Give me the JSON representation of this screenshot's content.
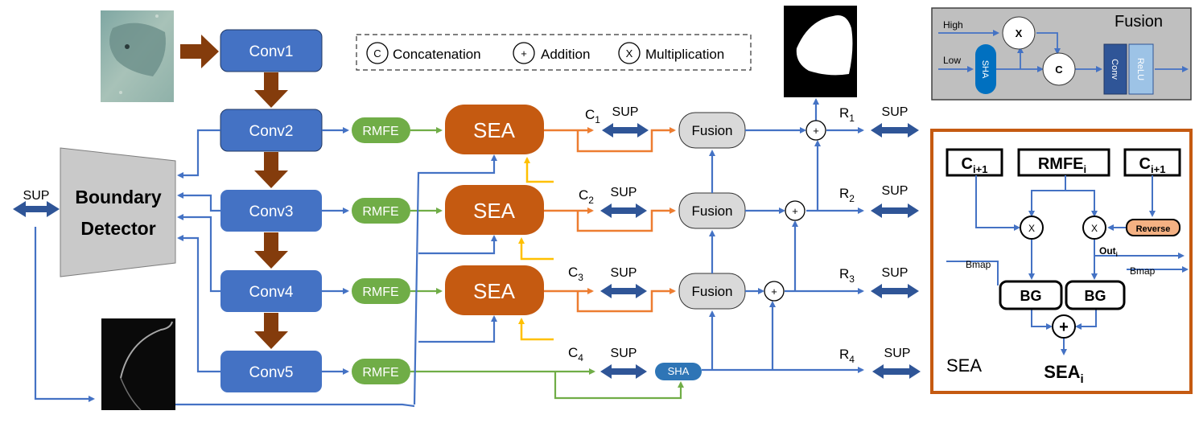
{
  "legend": {
    "concat_sym": "C",
    "concat_label": "Concatenation",
    "add_sym": "+",
    "add_label": "Addition",
    "mul_sym": "X",
    "mul_label": "Multiplication"
  },
  "encoder": {
    "conv1": "Conv1",
    "conv2": "Conv2",
    "conv3": "Conv3",
    "conv4": "Conv4",
    "conv5": "Conv5"
  },
  "rmfe": "RMFE",
  "sea_label": "SEA",
  "fusion_label": "Fusion",
  "sha_label": "SHA",
  "sup": "SUP",
  "boundary_detector": {
    "line1": "Boundary",
    "line2": "Detector"
  },
  "c_labels": {
    "c1": "1",
    "c2": "2",
    "c3": "3",
    "c4": "4",
    "prefix": "C"
  },
  "r_labels": {
    "r1": "1",
    "r2": "2",
    "r3": "3",
    "r4": "4",
    "prefix": "R"
  },
  "plus": "+",
  "fusion_inset": {
    "title": "Fusion",
    "high": "High",
    "low": "Low",
    "sha": "SHA",
    "mul": "X",
    "concat": "C",
    "conv": "Conv",
    "relu": "ReLU"
  },
  "sea_inset": {
    "c_left_main": "C",
    "c_left_sub": "i+1",
    "rmfe_main": "RMFE",
    "rmfe_sub": "i",
    "c_right_main": "C",
    "c_right_sub": "i+1",
    "mul": "X",
    "reverse": "Reverse",
    "out": "Out",
    "out_sub": "i",
    "bmap": "Bmap",
    "bg": "BG",
    "plus": "+",
    "title": "SEA",
    "sea_main": "SEA",
    "sea_sub": "i"
  },
  "colors": {
    "conv_blue": "#4472c4",
    "rmfe_green": "#70ad47",
    "sea_orange": "#c55a11",
    "fusion_gray": "#d9d9d9",
    "arrow_brown": "#843c0c",
    "arrow_orange": "#ed7d31",
    "arrow_yellow": "#ffc000",
    "arrow_blue": "#4472c4",
    "sup_blue": "#2f5597",
    "inset_border": "#c55a11",
    "reverse_fill": "#f4b183"
  }
}
